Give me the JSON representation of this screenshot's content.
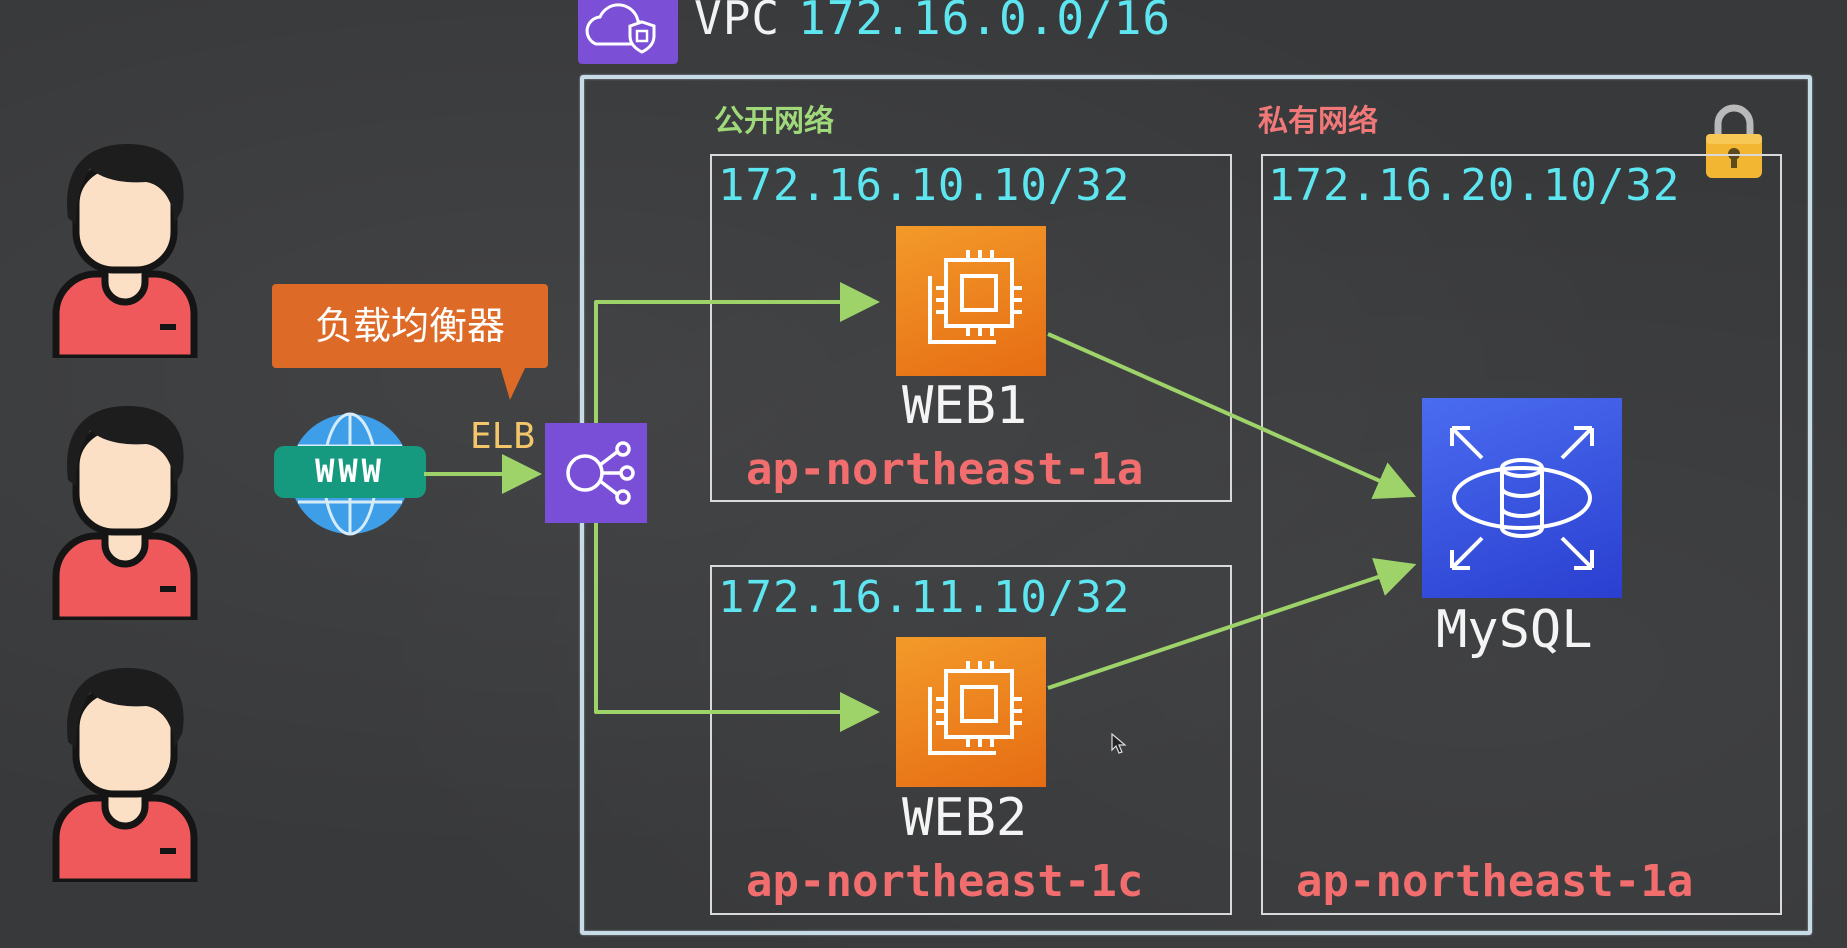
{
  "vpc": {
    "label": "VPC",
    "cidr": "172.16.0.0/16",
    "icon": "vpc-cloud-shield-icon"
  },
  "networks": {
    "public_label": "公开网络",
    "private_label": "私有网络"
  },
  "subnets": [
    {
      "cidr": "172.16.10.10/32",
      "host": "WEB1",
      "az": "ap-northeast-1a",
      "icon": "ec2-chip-icon"
    },
    {
      "cidr": "172.16.11.10/32",
      "host": "WEB2",
      "az": "ap-northeast-1c",
      "icon": "ec2-chip-icon"
    },
    {
      "cidr": "172.16.20.10/32",
      "host": "MySQL",
      "az": "ap-northeast-1a",
      "icon": "rds-database-icon"
    }
  ],
  "load_balancer": {
    "callout": "负载均衡器",
    "label": "ELB",
    "icon": "elb-network-icon"
  },
  "internet": {
    "label": "WWW",
    "icon": "globe-icon"
  },
  "users": [
    {
      "icon": "user-avatar-icon"
    },
    {
      "icon": "user-avatar-icon"
    },
    {
      "icon": "user-avatar-icon"
    }
  ],
  "colors": {
    "background": "#38393b",
    "cyan": "#5ee6f0",
    "green_label": "#9fd97a",
    "red_label": "#f26d6d",
    "arrow_green": "#9ed36a",
    "ec2_orange": "#ee8320",
    "rds_blue": "#3a55e0",
    "elb_purple": "#7a4fd8",
    "callout_orange": "#dd6b27"
  }
}
